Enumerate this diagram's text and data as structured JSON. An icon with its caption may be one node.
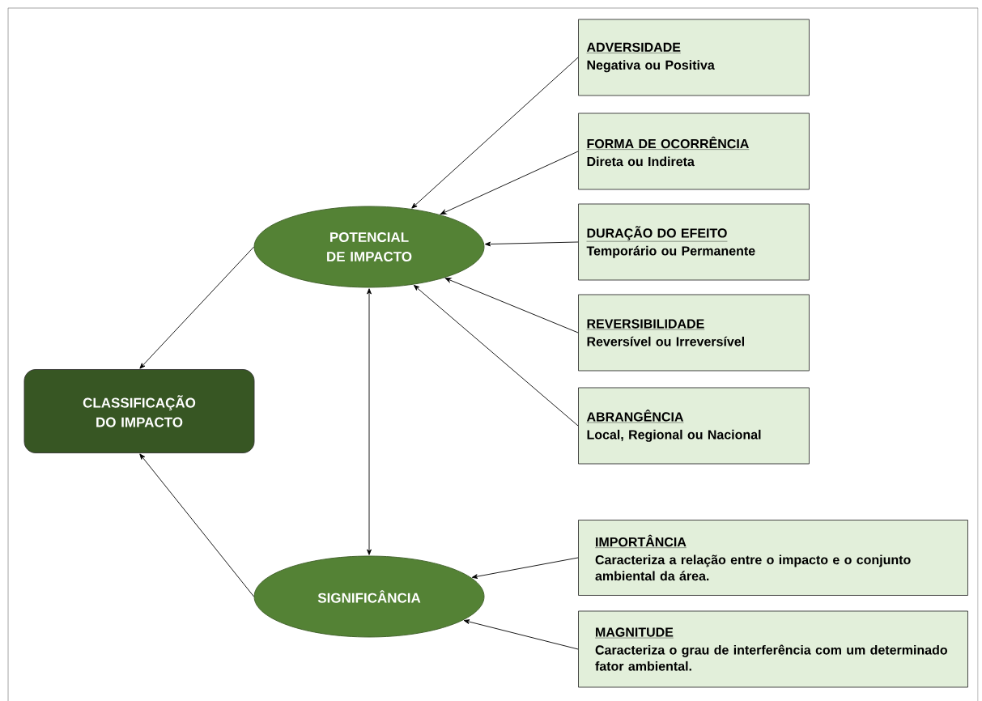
{
  "diagram": {
    "nodes": [
      {
        "text": [
          "CLASSIFICAÇÃO DO IMPACTO"
        ]
      },
      {
        "text": [
          "POTENCIAL DE IMPACTO"
        ]
      },
      {
        "text": [
          "SIGNIFICÂNCIA"
        ]
      },
      {
        "text": [
          "ADVERSIDADE",
          "Negativa ou Positiva"
        ]
      },
      {
        "text": [
          "FORMA DE OCORRÊNCIA",
          "Direta ou Indireta"
        ]
      },
      {
        "text": [
          "DURAÇÃO DO EFEITO",
          "Temporário ou Permanente"
        ]
      },
      {
        "text": [
          "REVERSIBILIDADE",
          "Reversível ou Irreversível"
        ]
      },
      {
        "text": [
          "ABRANGÊNCIA",
          "Local, Regional ou Nacional"
        ]
      },
      {
        "text": [
          "IMPORTÂNCIA",
          "Caracteriza a relação entre o impacto e o conjunto ambiental da área."
        ]
      },
      {
        "text": [
          "MAGNITUDE",
          "Caracteriza o grau de interferência com um determinado fator ambiental."
        ]
      }
    ],
    "edges": [
      {
        "from": 1,
        "to": 0,
        "arrow": "to"
      },
      {
        "from": 2,
        "to": 0,
        "arrow": "to"
      },
      {
        "from": 1,
        "to": 2,
        "arrow": "both"
      },
      {
        "from": 3,
        "to": 1,
        "arrow": "to"
      },
      {
        "from": 4,
        "to": 1,
        "arrow": "to"
      },
      {
        "from": 5,
        "to": 1,
        "arrow": "to"
      },
      {
        "from": 6,
        "to": 1,
        "arrow": "to"
      },
      {
        "from": 7,
        "to": 1,
        "arrow": "to"
      },
      {
        "from": 8,
        "to": 2,
        "arrow": "to"
      },
      {
        "from": 9,
        "to": 2,
        "arrow": "to"
      }
    ]
  }
}
